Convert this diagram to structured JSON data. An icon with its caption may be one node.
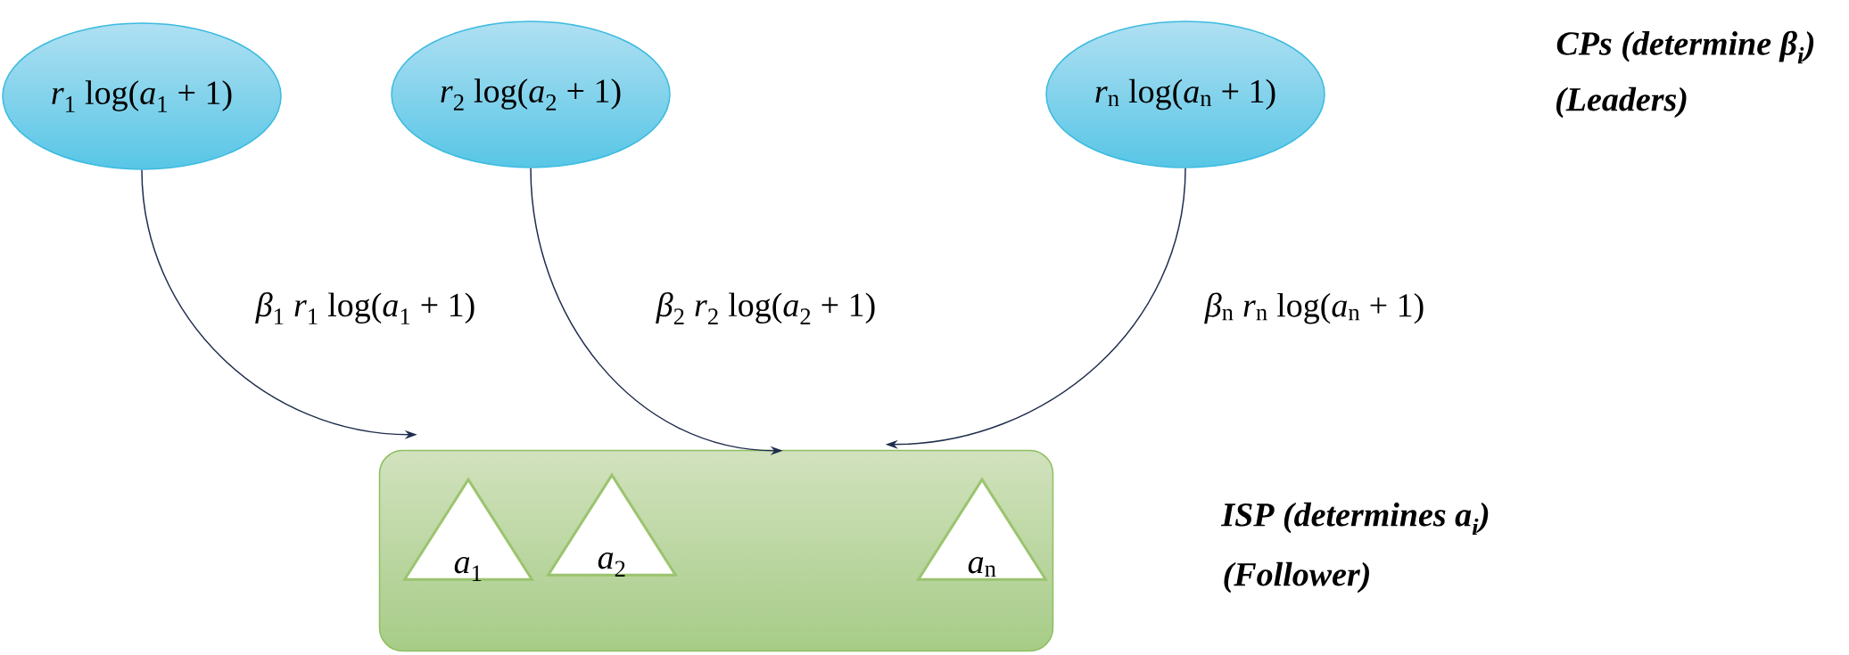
{
  "diagram": {
    "nodes": [
      {
        "text": [
          "*r*$_{1}$ log(*a*$_{1}$ + 1)"
        ]
      },
      {
        "text": [
          "*r*$_{2}$ log(*a*$_{2}$ + 1)"
        ]
      },
      {
        "text": [
          "*r*$_{n}$ log(*a*$_{n}$ + 1)"
        ]
      },
      {
        "text": [],
        "shape": "box"
      },
      {
        "text": [
          "*a*$_{1}$"
        ],
        "in": 3
      },
      {
        "text": [
          "*a*$_{2}$"
        ],
        "in": 3
      },
      {
        "text": [
          "*a*$_{n}$"
        ],
        "in": 3
      }
    ],
    "edges": [
      {
        "from": 0,
        "to": 3,
        "arrow": "to",
        "label": "*β*$_{1}$ *r*$_{1}$ log(*a*$_{1}$ + 1)"
      },
      {
        "from": 1,
        "to": 3,
        "arrow": "to",
        "label": "*β*$_{2}$ *r*$_{2}$ log(*a*$_{2}$ + 1)"
      },
      {
        "from": 2,
        "to": 3,
        "arrow": "to",
        "label": "*β*$_{n}$ *r*$_{n}$ log(*a*$_{n}$ + 1)"
      }
    ],
    "labels": [
      "CPs (determine β$_{i}$)",
      "(Leaders)",
      "ISP (determines a$_{i}$)",
      "(Follower)"
    ]
  }
}
